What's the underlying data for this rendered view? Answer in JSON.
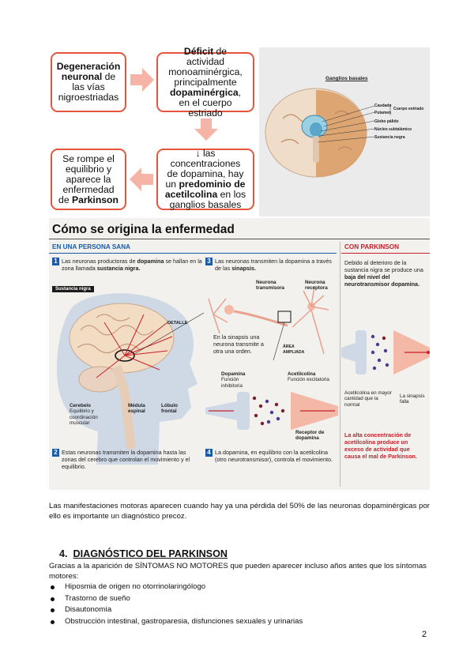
{
  "flow": {
    "box1": {
      "bold1": "Degeneración",
      "bold2": "neuronal",
      "rest": " de las vías nigroestriadas"
    },
    "box2": {
      "bold1": "Déficit",
      "mid1": " de actividad monoaminérgica, principalmente ",
      "bold2": "dopaminérgica",
      "rest": ", en el cuerpo estriado"
    },
    "box3": {
      "pre": "↓ las concentraciones de dopamina, hay un ",
      "bold1": "predominio de acetilcolina",
      "rest": " en los ganglios basales"
    },
    "box4": {
      "pre": "Se rompe el equilibrio y aparece la enfermedad de ",
      "bold1": "Parkinson"
    }
  },
  "ganglios": {
    "title": "Ganglios basales",
    "caudado": "Caudado",
    "putamen": "Putamen",
    "cuerpo_estriado": "Cuerpo estriado",
    "globo_palido": "Globo pálido",
    "nucleo_subtalamico": "Núcleo subtalámico",
    "sustancia_negra": "Sustancia negra"
  },
  "info": {
    "title": "Cómo se origina la enfermedad",
    "sana_header": "EN UNA PERSONA SANA",
    "parkinson_header": "CON PARKINSON",
    "step1": {
      "num": "1",
      "pre": "Las neuronas productoras de ",
      "b1": "dopamina",
      "mid": " se hallan en la zona llamada ",
      "b2": "sustancia nigra."
    },
    "sustancia_nigra_label": "Sustancia nigra",
    "detalle": "DETALLE",
    "cerebelo": "Cerebelo",
    "cerebelo_sub": "Equilibrio y coordinación muscular",
    "medula": "Médula espinal",
    "lobulo": "Lóbulo frontal",
    "step2": {
      "num": "2",
      "text": "Estas neuronas transmiten la dopamina hasta las zonas del cerebro que controlan el movimiento y el equilibrio."
    },
    "step3": {
      "num": "3",
      "pre": "Las neuronas transmiten la dopamina a través de las ",
      "b1": "sinapsis."
    },
    "neurona_transmisora": "Neurona transmisora",
    "neurona_receptora": "Neurona receptora",
    "sinapsis_text": "En la sinapsis una neurona transmite a otra una orden.",
    "area_ampliada": "ÁREA AMPLIADA",
    "dopamina_label": "Dopamina",
    "dopamina_funcion": "Función inhibitoria",
    "acetilcolina_label": "Acetilcolina",
    "acetilcolina_funcion": "Función excitatoria",
    "receptor": "Receptor de dopamina",
    "step4": {
      "num": "4",
      "text": "La dopamina, en equilibrio con la acetilcolina (otro neurotransmisor), controla el movimiento."
    },
    "parkinson_text": {
      "pre": "Debido al deterioro de la sustancia nigra se produce una ",
      "b1": "baja del nivel del neurotransmisor dopamina."
    },
    "acetil_mayor": "Acetilcolina en mayor cantidad que la normal",
    "sinapsis_falla": "La sinapsis falla",
    "parkinson_red": "La alta concentración de acetilcolina produce un exceso de actividad que causa el mal de Parkinson."
  },
  "paragraph": "Las manifestaciones motoras aparecen cuando hay ya una pérdida del 50% de las neuronas dopaminérgicas por ello es importante un diagnóstico precoz.",
  "section": {
    "number": "4.",
    "title": "DIAGNÓSTICO DEL PARKINSON"
  },
  "intro": "Gracias a la aparición de SÍNTOMAS NO MOTORES que pueden aparecer incluso años antes que los síntomas motores:",
  "bullets": [
    "Hiposmia de origen no otorrinolaringólogo",
    "Trastorno de sueño",
    "Disautonomía",
    "Obstrucción intestinal, gastroparesia, disfunciones sexuales y urinarias"
  ],
  "page_number": "2",
  "colors": {
    "accent_red": "#e8553f",
    "arrow_pink": "#f6b4a7",
    "blue": "#1c5aa6",
    "dark_red": "#c8202a"
  }
}
